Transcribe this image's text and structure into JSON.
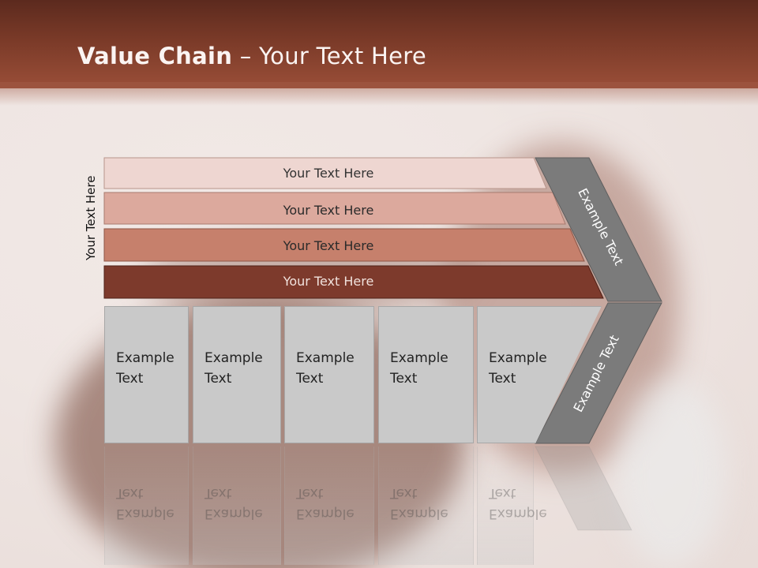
{
  "title": {
    "bold": "Value Chain",
    "rest": " – Your Text Here"
  },
  "side_label": "Your Text Here",
  "bands": [
    {
      "label": "Your Text Here",
      "color": "#eed6d1"
    },
    {
      "label": "Your Text Here",
      "color": "#dca99d"
    },
    {
      "label": "Your Text Here",
      "color": "#c6806c"
    },
    {
      "label": "Your Text Here",
      "color": "#7d3a2c"
    }
  ],
  "boxes": [
    {
      "line1": "Example",
      "line2": "Text"
    },
    {
      "line1": "Example",
      "line2": "Text"
    },
    {
      "line1": "Example",
      "line2": "Text"
    },
    {
      "line1": "Example",
      "line2": "Text"
    },
    {
      "line1": "Example",
      "line2": "Text"
    }
  ],
  "chevron_top_label": "Example Text",
  "chevron_bottom_label": "Example Text",
  "colors": {
    "header": "#7a3a28",
    "chevron": "#7b7b7b",
    "box": "#c9c9c9"
  }
}
